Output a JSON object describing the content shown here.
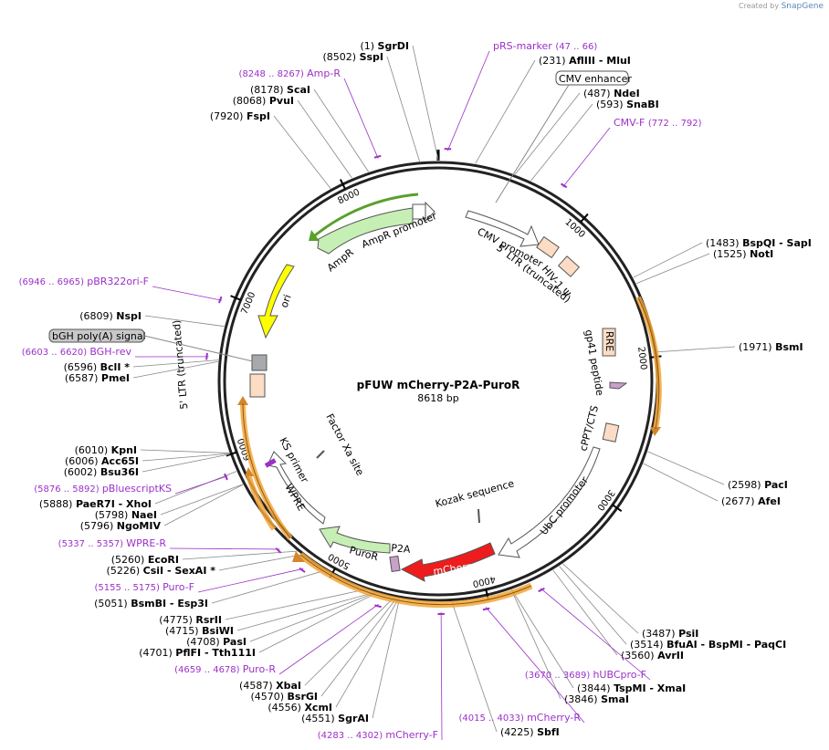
{
  "credit": {
    "created_by": "Created by",
    "brand": "SnapGene"
  },
  "plasmid": {
    "name": "pFUW mCherry-P2A-PuroR",
    "size_label": "8618 bp",
    "length": 8618
  },
  "ticks": [
    "1000",
    "2000",
    "3000",
    "4000",
    "5000",
    "6000",
    "7000",
    "8000"
  ],
  "sites": [
    {
      "pos": 1,
      "text": "(1)",
      "name": "SgrDI",
      "side": "L"
    },
    {
      "pos": 8502,
      "text": "(8502)",
      "name": "SspI",
      "side": "L"
    },
    {
      "pos": 8178,
      "text": "(8178)",
      "name": "ScaI",
      "side": "L"
    },
    {
      "pos": 8068,
      "text": "(8068)",
      "name": "PvuI",
      "side": "L"
    },
    {
      "pos": 7920,
      "text": "(7920)",
      "name": "FspI",
      "side": "L"
    },
    {
      "pos": 6809,
      "text": "(6809)",
      "name": "NspI",
      "side": "L"
    },
    {
      "pos": 6596,
      "text": "(6596)",
      "name": "BclI *",
      "side": "L"
    },
    {
      "pos": 6587,
      "text": "(6587)",
      "name": "PmeI",
      "side": "L"
    },
    {
      "pos": 6010,
      "text": "(6010)",
      "name": "KpnI",
      "side": "L"
    },
    {
      "pos": 6006,
      "text": "(6006)",
      "name": "Acc65I",
      "side": "L"
    },
    {
      "pos": 6002,
      "text": "(6002)",
      "name": "Bsu36I",
      "side": "L"
    },
    {
      "pos": 5888,
      "text": "(5888)",
      "name": "PaeR7I - XhoI",
      "side": "L"
    },
    {
      "pos": 5798,
      "text": "(5798)",
      "name": "NaeI",
      "side": "L"
    },
    {
      "pos": 5796,
      "text": "(5796)",
      "name": "NgoMIV",
      "side": "L"
    },
    {
      "pos": 5260,
      "text": "(5260)",
      "name": "EcoRI",
      "side": "L"
    },
    {
      "pos": 5226,
      "text": "(5226)",
      "name": "CsiI - SexAI *",
      "side": "L"
    },
    {
      "pos": 5051,
      "text": "(5051)",
      "name": "BsmBI - Esp3I",
      "side": "L"
    },
    {
      "pos": 4775,
      "text": "(4775)",
      "name": "RsrII",
      "side": "L"
    },
    {
      "pos": 4715,
      "text": "(4715)",
      "name": "BsiWI",
      "side": "L"
    },
    {
      "pos": 4708,
      "text": "(4708)",
      "name": "PasI",
      "side": "L"
    },
    {
      "pos": 4701,
      "text": "(4701)",
      "name": "PflFI - Tth111I",
      "side": "L"
    },
    {
      "pos": 4587,
      "text": "(4587)",
      "name": "XbaI",
      "side": "L"
    },
    {
      "pos": 4570,
      "text": "(4570)",
      "name": "BsrGI",
      "side": "L"
    },
    {
      "pos": 4556,
      "text": "(4556)",
      "name": "XcmI",
      "side": "L"
    },
    {
      "pos": 4551,
      "text": "(4551)",
      "name": "SgrAI",
      "side": "L"
    },
    {
      "pos": 4225,
      "text": "(4225)",
      "name": "SbfI",
      "side": "R"
    },
    {
      "pos": 3846,
      "text": "(3846)",
      "name": "SmaI",
      "side": "R"
    },
    {
      "pos": 3844,
      "text": "(3844)",
      "name": "TspMI - XmaI",
      "side": "R"
    },
    {
      "pos": 3560,
      "text": "(3560)",
      "name": "AvrII",
      "side": "R"
    },
    {
      "pos": 3514,
      "text": "(3514)",
      "name": "BfuAI - BspMI - PaqCI",
      "side": "R"
    },
    {
      "pos": 3487,
      "text": "(3487)",
      "name": "PsiI",
      "side": "R"
    },
    {
      "pos": 2677,
      "text": "(2677)",
      "name": "AfeI",
      "side": "R"
    },
    {
      "pos": 2598,
      "text": "(2598)",
      "name": "PacI",
      "side": "R"
    },
    {
      "pos": 1971,
      "text": "(1971)",
      "name": "BsmI",
      "side": "R"
    },
    {
      "pos": 1525,
      "text": "(1525)",
      "name": "NotI",
      "side": "R"
    },
    {
      "pos": 1483,
      "text": "(1483)",
      "name": "BspQI - SapI",
      "side": "R"
    },
    {
      "pos": 593,
      "text": "(593)",
      "name": "SnaBI",
      "side": "R"
    },
    {
      "pos": 487,
      "text": "(487)",
      "name": "NdeI",
      "side": "R"
    },
    {
      "pos": 231,
      "text": "(231)",
      "name": "AflIII - MluI",
      "side": "R"
    }
  ],
  "primers": [
    {
      "name": "pRS-marker",
      "range": "(47 .. 66)",
      "pos": 56
    },
    {
      "name": "Amp-R",
      "range": "(8248 .. 8267)",
      "pos": 8257
    },
    {
      "name": "CMV-F",
      "range": "(772 .. 792)",
      "pos": 782
    },
    {
      "name": "pBR322ori-F",
      "range": "(6946 .. 6965)",
      "pos": 6955
    },
    {
      "name": "BGH-rev",
      "range": "(6603 .. 6620)",
      "pos": 6611
    },
    {
      "name": "pBluescriptKS",
      "range": "(5876 .. 5892)",
      "pos": 5884
    },
    {
      "name": "WPRE-R",
      "range": "(5337 .. 5357)",
      "pos": 5347
    },
    {
      "name": "Puro-F",
      "range": "(5155 .. 5175)",
      "pos": 5165
    },
    {
      "name": "Puro-R",
      "range": "(4659 .. 4678)",
      "pos": 4668
    },
    {
      "name": "mCherry-F",
      "range": "(4283 .. 4302)",
      "pos": 4292
    },
    {
      "name": "mCherry-R",
      "range": "(4015 .. 4033)",
      "pos": 4024
    },
    {
      "name": "hUBCpro-F",
      "range": "(3670 .. 3689)",
      "pos": 3679
    }
  ],
  "features": [
    {
      "name": "CMV enhancer"
    },
    {
      "name": "CMV promoter"
    },
    {
      "name": "5' LTR (truncated)"
    },
    {
      "name": "HIV-1 Ψ"
    },
    {
      "name": "RRE"
    },
    {
      "name": "gp41 peptide"
    },
    {
      "name": "cPPT/CTS"
    },
    {
      "name": "UbC promoter"
    },
    {
      "name": "Kozak sequence"
    },
    {
      "name": "mCherry"
    },
    {
      "name": "P2A"
    },
    {
      "name": "PuroR"
    },
    {
      "name": "WPRE"
    },
    {
      "name": "KS primer"
    },
    {
      "name": "Factor Xa site"
    },
    {
      "name": "5' LTR (truncated)"
    },
    {
      "name": "bGH poly(A) signal"
    },
    {
      "name": "ori"
    },
    {
      "name": "AmpR"
    },
    {
      "name": "AmpR promoter"
    }
  ],
  "colors": {
    "purple": "#9b30c8",
    "orange": "#f3a437",
    "green_arrow": "#c6efb5",
    "red": "#ee1c1c",
    "yellow": "#ffff00",
    "peach": "#fcdcc4",
    "gray_box": "#a8a9ad"
  }
}
